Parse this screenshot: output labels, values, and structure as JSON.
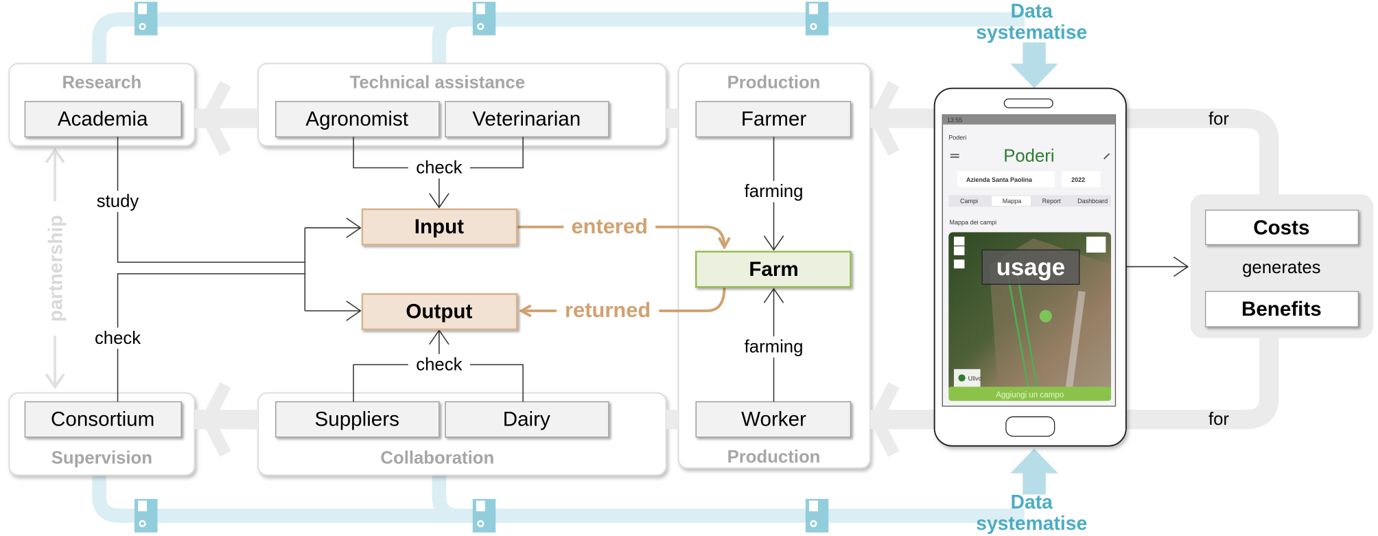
{
  "groups": {
    "research": {
      "title": "Research",
      "actor": "Academia"
    },
    "technical": {
      "title": "Technical assistance",
      "actors": [
        "Agronomist",
        "Veterinarian"
      ]
    },
    "production_top": {
      "title": "Production",
      "actor": "Farmer"
    },
    "production_bottom": {
      "title": "Production",
      "actor": "Worker"
    },
    "supervision": {
      "title": "Supervision",
      "actor": "Consortium"
    },
    "collaboration": {
      "title": "Collaboration",
      "actors": [
        "Suppliers",
        "Dairy"
      ]
    }
  },
  "center": {
    "input": "Input",
    "output": "Output",
    "farm": "Farm",
    "entered": "entered",
    "returned": "returned"
  },
  "labels": {
    "study": "study",
    "check_consortium": "check",
    "check_technical": "check",
    "check_collaboration": "check",
    "farming_top": "farming",
    "farming_bottom": "farming",
    "partnership": "partnership",
    "usage": "usage",
    "generates": "generates",
    "for_top": "for",
    "for_bottom": "for"
  },
  "data_systematise": {
    "line1": "Data",
    "line2": "systematise"
  },
  "outcomes": {
    "costs": "Costs",
    "benefits": "Benefits"
  },
  "phone": {
    "status_time": "13:55",
    "app_bar": "Poderi",
    "logo": "Poderi",
    "farm_select": "Azienda Santa Paolina",
    "year_select": "2022",
    "tabs": [
      "Campi",
      "Mappa",
      "Report",
      "Dashboard"
    ],
    "active_tab": "Mappa",
    "section_title": "Mappa dei campi",
    "legend": "Ulivo",
    "add_button": "Aggiungi un campo"
  },
  "colors": {
    "pipe": "#daeef3",
    "floppy": "#92cddc",
    "accent_blue": "#4bacc6",
    "orange": "#d0a270",
    "farm_green": "#9bbb59"
  }
}
